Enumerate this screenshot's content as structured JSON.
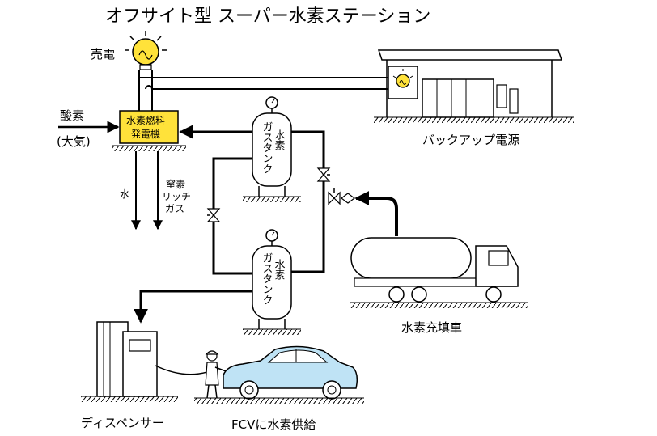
{
  "title": "オフサイト型 スーパー水素ステーション",
  "labels": {
    "sell_power": "売電",
    "oxygen": "酸素",
    "atmosphere": "(大気)",
    "generator_line1": "水素燃料",
    "generator_line2": "発電機",
    "water": "水",
    "nitrogen_line1": "窒素",
    "nitrogen_line2": "リッチ",
    "nitrogen_line3": "ガス",
    "tank_upper": [
      "水素",
      "ガスタンク"
    ],
    "tank_lower": [
      "水素",
      "ガスタンク"
    ],
    "backup_power": "バックアップ電源",
    "hydrogen_trailer": "水素充填車",
    "dispenser": "ディスペンサー",
    "fcv_supply": "FCVに水素供給"
  },
  "colors": {
    "generator_fill": "#ffe23a",
    "bulb_yellow": "#ffe23a",
    "car_blue": "#bfe3f5",
    "line": "#000000"
  },
  "icons": [
    "light-bulb-icon",
    "valve-icon",
    "pressure-gauge-icon"
  ]
}
